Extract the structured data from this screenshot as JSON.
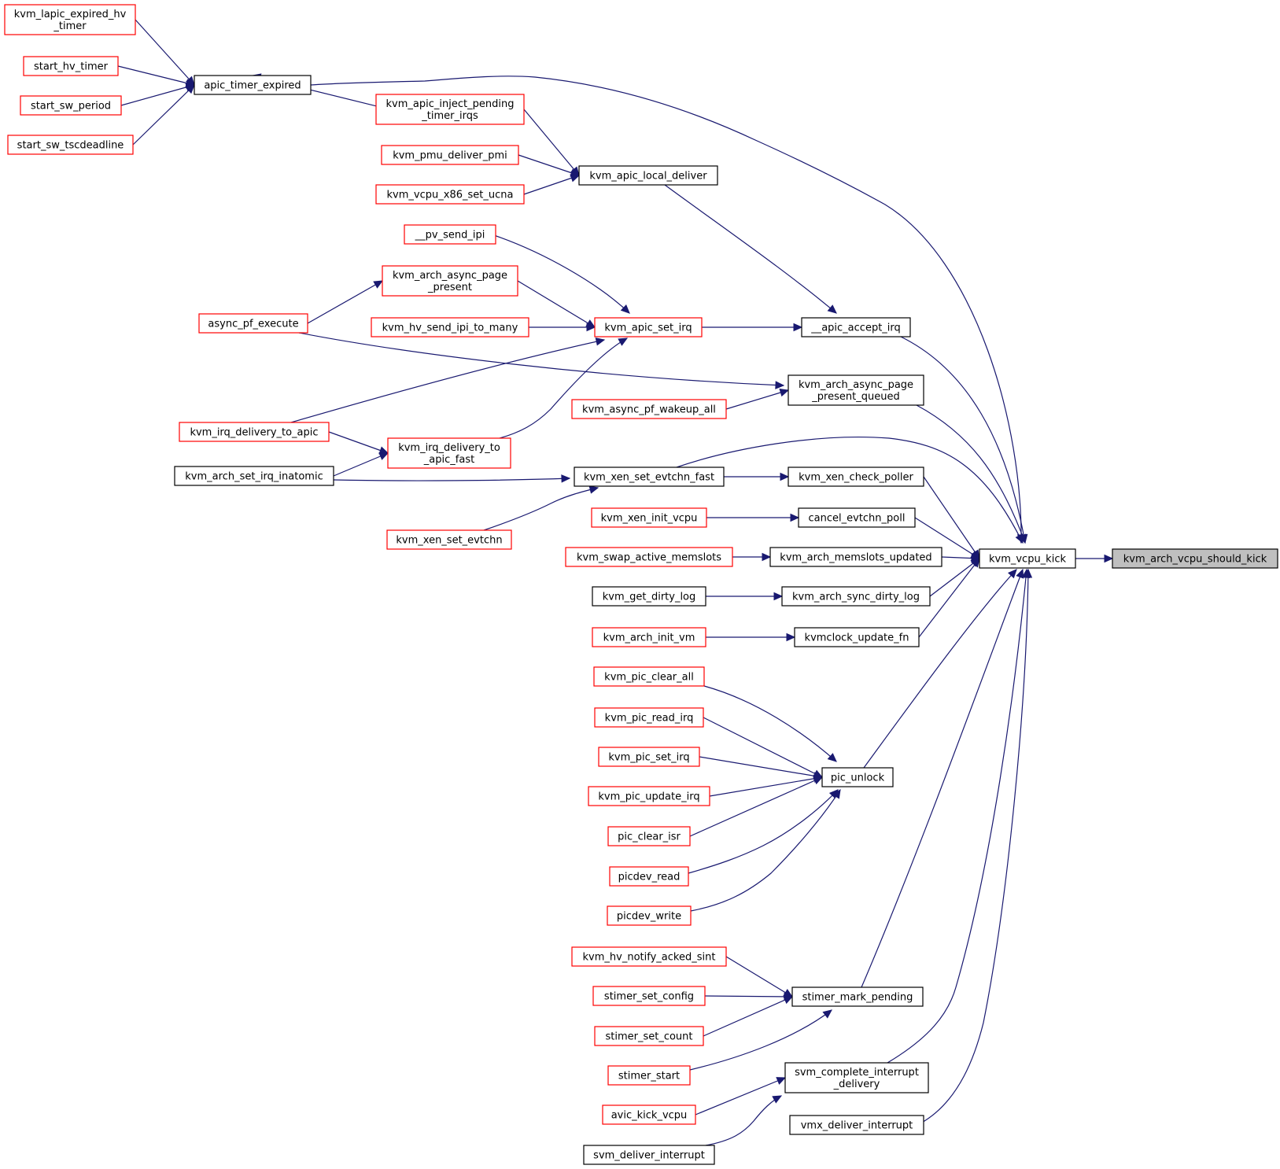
{
  "graph": {
    "title": "",
    "colors": {
      "edge": "#191970",
      "truncated_border": "#ff0000",
      "normal_border": "#000000",
      "root_fill": "#bfbfbf",
      "node_fill": "#ffffff"
    },
    "nodes": [
      {
        "id": "kvm_arch_vcpu_should_kick",
        "lines": [
          "kvm_arch_vcpu_should_kick"
        ],
        "style": "root"
      },
      {
        "id": "kvm_vcpu_kick",
        "lines": [
          "kvm_vcpu_kick"
        ],
        "style": "normal"
      },
      {
        "id": "apic_timer_expired",
        "lines": [
          "apic_timer_expired"
        ],
        "style": "normal"
      },
      {
        "id": "kvm_lapic_expired_hv_timer",
        "lines": [
          "kvm_lapic_expired_hv",
          "_timer"
        ],
        "style": "truncated"
      },
      {
        "id": "start_hv_timer",
        "lines": [
          "start_hv_timer"
        ],
        "style": "truncated"
      },
      {
        "id": "start_sw_period",
        "lines": [
          "start_sw_period"
        ],
        "style": "truncated"
      },
      {
        "id": "start_sw_tscdeadline",
        "lines": [
          "start_sw_tscdeadline"
        ],
        "style": "truncated"
      },
      {
        "id": "kvm_apic_inject_pending_timer_irqs",
        "lines": [
          "kvm_apic_inject_pending",
          "_timer_irqs"
        ],
        "style": "truncated"
      },
      {
        "id": "kvm_pmu_deliver_pmi",
        "lines": [
          "kvm_pmu_deliver_pmi"
        ],
        "style": "truncated"
      },
      {
        "id": "kvm_vcpu_x86_set_ucna",
        "lines": [
          "kvm_vcpu_x86_set_ucna"
        ],
        "style": "truncated"
      },
      {
        "id": "kvm_apic_local_deliver",
        "lines": [
          "kvm_apic_local_deliver"
        ],
        "style": "normal"
      },
      {
        "id": "__pv_send_ipi",
        "lines": [
          "__pv_send_ipi"
        ],
        "style": "truncated"
      },
      {
        "id": "kvm_arch_async_page_present",
        "lines": [
          "kvm_arch_async_page",
          "_present"
        ],
        "style": "truncated"
      },
      {
        "id": "async_pf_execute",
        "lines": [
          "async_pf_execute"
        ],
        "style": "truncated"
      },
      {
        "id": "kvm_hv_send_ipi_to_many",
        "lines": [
          "kvm_hv_send_ipi_to_many"
        ],
        "style": "truncated"
      },
      {
        "id": "kvm_apic_set_irq",
        "lines": [
          "kvm_apic_set_irq"
        ],
        "style": "truncated"
      },
      {
        "id": "__apic_accept_irq",
        "lines": [
          "__apic_accept_irq"
        ],
        "style": "normal"
      },
      {
        "id": "kvm_arch_async_page_present_queued",
        "lines": [
          "kvm_arch_async_page",
          "_present_queued"
        ],
        "style": "normal"
      },
      {
        "id": "kvm_async_pf_wakeup_all",
        "lines": [
          "kvm_async_pf_wakeup_all"
        ],
        "style": "truncated"
      },
      {
        "id": "kvm_irq_delivery_to_apic",
        "lines": [
          "kvm_irq_delivery_to_apic"
        ],
        "style": "truncated"
      },
      {
        "id": "kvm_irq_delivery_to_apic_fast",
        "lines": [
          "kvm_irq_delivery_to",
          "_apic_fast"
        ],
        "style": "truncated"
      },
      {
        "id": "kvm_arch_set_irq_inatomic",
        "lines": [
          "kvm_arch_set_irq_inatomic"
        ],
        "style": "normal"
      },
      {
        "id": "kvm_xen_set_evtchn_fast",
        "lines": [
          "kvm_xen_set_evtchn_fast"
        ],
        "style": "normal"
      },
      {
        "id": "kvm_xen_check_poller",
        "lines": [
          "kvm_xen_check_poller"
        ],
        "style": "normal"
      },
      {
        "id": "kvm_xen_set_evtchn",
        "lines": [
          "kvm_xen_set_evtchn"
        ],
        "style": "truncated"
      },
      {
        "id": "kvm_xen_init_vcpu",
        "lines": [
          "kvm_xen_init_vcpu"
        ],
        "style": "truncated"
      },
      {
        "id": "cancel_evtchn_poll",
        "lines": [
          "cancel_evtchn_poll"
        ],
        "style": "normal"
      },
      {
        "id": "kvm_swap_active_memslots",
        "lines": [
          "kvm_swap_active_memslots"
        ],
        "style": "truncated"
      },
      {
        "id": "kvm_arch_memslots_updated",
        "lines": [
          "kvm_arch_memslots_updated"
        ],
        "style": "normal"
      },
      {
        "id": "kvm_get_dirty_log",
        "lines": [
          "kvm_get_dirty_log"
        ],
        "style": "normal"
      },
      {
        "id": "kvm_arch_sync_dirty_log",
        "lines": [
          "kvm_arch_sync_dirty_log"
        ],
        "style": "normal"
      },
      {
        "id": "kvm_arch_init_vm",
        "lines": [
          "kvm_arch_init_vm"
        ],
        "style": "truncated"
      },
      {
        "id": "kvmclock_update_fn",
        "lines": [
          "kvmclock_update_fn"
        ],
        "style": "normal"
      },
      {
        "id": "kvm_pic_clear_all",
        "lines": [
          "kvm_pic_clear_all"
        ],
        "style": "truncated"
      },
      {
        "id": "kvm_pic_read_irq",
        "lines": [
          "kvm_pic_read_irq"
        ],
        "style": "truncated"
      },
      {
        "id": "kvm_pic_set_irq",
        "lines": [
          "kvm_pic_set_irq"
        ],
        "style": "truncated"
      },
      {
        "id": "kvm_pic_update_irq",
        "lines": [
          "kvm_pic_update_irq"
        ],
        "style": "truncated"
      },
      {
        "id": "pic_clear_isr",
        "lines": [
          "pic_clear_isr"
        ],
        "style": "truncated"
      },
      {
        "id": "picdev_read",
        "lines": [
          "picdev_read"
        ],
        "style": "truncated"
      },
      {
        "id": "picdev_write",
        "lines": [
          "picdev_write"
        ],
        "style": "truncated"
      },
      {
        "id": "pic_unlock",
        "lines": [
          "pic_unlock"
        ],
        "style": "normal"
      },
      {
        "id": "kvm_hv_notify_acked_sint",
        "lines": [
          "kvm_hv_notify_acked_sint"
        ],
        "style": "truncated"
      },
      {
        "id": "stimer_set_config",
        "lines": [
          "stimer_set_config"
        ],
        "style": "truncated"
      },
      {
        "id": "stimer_set_count",
        "lines": [
          "stimer_set_count"
        ],
        "style": "truncated"
      },
      {
        "id": "stimer_start",
        "lines": [
          "stimer_start"
        ],
        "style": "truncated"
      },
      {
        "id": "stimer_mark_pending",
        "lines": [
          "stimer_mark_pending"
        ],
        "style": "normal"
      },
      {
        "id": "avic_kick_vcpu",
        "lines": [
          "avic_kick_vcpu"
        ],
        "style": "truncated"
      },
      {
        "id": "svm_deliver_interrupt",
        "lines": [
          "svm_deliver_interrupt"
        ],
        "style": "normal"
      },
      {
        "id": "svm_complete_interrupt_delivery",
        "lines": [
          "svm_complete_interrupt",
          "_delivery"
        ],
        "style": "normal"
      },
      {
        "id": "vmx_deliver_interrupt",
        "lines": [
          "vmx_deliver_interrupt"
        ],
        "style": "normal"
      }
    ],
    "edges": [
      {
        "from": "kvm_vcpu_kick",
        "to": "kvm_arch_vcpu_should_kick"
      },
      {
        "from": "apic_timer_expired",
        "to": "kvm_vcpu_kick"
      },
      {
        "from": "kvm_lapic_expired_hv_timer",
        "to": "apic_timer_expired"
      },
      {
        "from": "start_hv_timer",
        "to": "apic_timer_expired"
      },
      {
        "from": "start_sw_period",
        "to": "apic_timer_expired"
      },
      {
        "from": "start_sw_tscdeadline",
        "to": "apic_timer_expired"
      },
      {
        "from": "kvm_apic_inject_pending_timer_irqs",
        "to": "apic_timer_expired"
      },
      {
        "from": "kvm_apic_inject_pending_timer_irqs",
        "to": "kvm_apic_local_deliver"
      },
      {
        "from": "kvm_pmu_deliver_pmi",
        "to": "kvm_apic_local_deliver"
      },
      {
        "from": "kvm_vcpu_x86_set_ucna",
        "to": "kvm_apic_local_deliver"
      },
      {
        "from": "kvm_apic_local_deliver",
        "to": "__apic_accept_irq"
      },
      {
        "from": "__pv_send_ipi",
        "to": "kvm_apic_set_irq"
      },
      {
        "from": "kvm_arch_async_page_present",
        "to": "kvm_apic_set_irq"
      },
      {
        "from": "async_pf_execute",
        "to": "kvm_arch_async_page_present"
      },
      {
        "from": "kvm_hv_send_ipi_to_many",
        "to": "kvm_apic_set_irq"
      },
      {
        "from": "kvm_irq_delivery_to_apic",
        "to": "kvm_apic_set_irq"
      },
      {
        "from": "kvm_irq_delivery_to_apic_fast",
        "to": "kvm_apic_set_irq"
      },
      {
        "from": "kvm_apic_set_irq",
        "to": "__apic_accept_irq"
      },
      {
        "from": "__apic_accept_irq",
        "to": "kvm_vcpu_kick"
      },
      {
        "from": "async_pf_execute",
        "to": "kvm_arch_async_page_present_queued"
      },
      {
        "from": "kvm_async_pf_wakeup_all",
        "to": "kvm_arch_async_page_present_queued"
      },
      {
        "from": "kvm_arch_async_page_present_queued",
        "to": "kvm_vcpu_kick"
      },
      {
        "from": "kvm_irq_delivery_to_apic",
        "to": "kvm_irq_delivery_to_apic_fast"
      },
      {
        "from": "kvm_arch_set_irq_inatomic",
        "to": "kvm_irq_delivery_to_apic_fast"
      },
      {
        "from": "kvm_arch_set_irq_inatomic",
        "to": "kvm_xen_set_evtchn_fast"
      },
      {
        "from": "kvm_xen_set_evtchn",
        "to": "kvm_xen_set_evtchn_fast"
      },
      {
        "from": "kvm_xen_set_evtchn_fast",
        "to": "kvm_xen_check_poller"
      },
      {
        "from": "kvm_xen_set_evtchn_fast",
        "to": "kvm_vcpu_kick"
      },
      {
        "from": "kvm_xen_check_poller",
        "to": "kvm_vcpu_kick"
      },
      {
        "from": "kvm_xen_init_vcpu",
        "to": "cancel_evtchn_poll"
      },
      {
        "from": "cancel_evtchn_poll",
        "to": "kvm_vcpu_kick"
      },
      {
        "from": "kvm_swap_active_memslots",
        "to": "kvm_arch_memslots_updated"
      },
      {
        "from": "kvm_arch_memslots_updated",
        "to": "kvm_vcpu_kick"
      },
      {
        "from": "kvm_get_dirty_log",
        "to": "kvm_arch_sync_dirty_log"
      },
      {
        "from": "kvm_arch_sync_dirty_log",
        "to": "kvm_vcpu_kick"
      },
      {
        "from": "kvm_arch_init_vm",
        "to": "kvmclock_update_fn"
      },
      {
        "from": "kvmclock_update_fn",
        "to": "kvm_vcpu_kick"
      },
      {
        "from": "kvm_pic_clear_all",
        "to": "pic_unlock"
      },
      {
        "from": "kvm_pic_read_irq",
        "to": "pic_unlock"
      },
      {
        "from": "kvm_pic_set_irq",
        "to": "pic_unlock"
      },
      {
        "from": "kvm_pic_update_irq",
        "to": "pic_unlock"
      },
      {
        "from": "pic_clear_isr",
        "to": "pic_unlock"
      },
      {
        "from": "picdev_read",
        "to": "pic_unlock"
      },
      {
        "from": "picdev_write",
        "to": "pic_unlock"
      },
      {
        "from": "pic_unlock",
        "to": "kvm_vcpu_kick"
      },
      {
        "from": "kvm_hv_notify_acked_sint",
        "to": "stimer_mark_pending"
      },
      {
        "from": "stimer_set_config",
        "to": "stimer_mark_pending"
      },
      {
        "from": "stimer_set_count",
        "to": "stimer_mark_pending"
      },
      {
        "from": "stimer_start",
        "to": "stimer_mark_pending"
      },
      {
        "from": "stimer_mark_pending",
        "to": "kvm_vcpu_kick"
      },
      {
        "from": "avic_kick_vcpu",
        "to": "svm_complete_interrupt_delivery"
      },
      {
        "from": "svm_deliver_interrupt",
        "to": "svm_complete_interrupt_delivery"
      },
      {
        "from": "svm_complete_interrupt_delivery",
        "to": "kvm_vcpu_kick"
      },
      {
        "from": "vmx_deliver_interrupt",
        "to": "kvm_vcpu_kick"
      }
    ]
  }
}
